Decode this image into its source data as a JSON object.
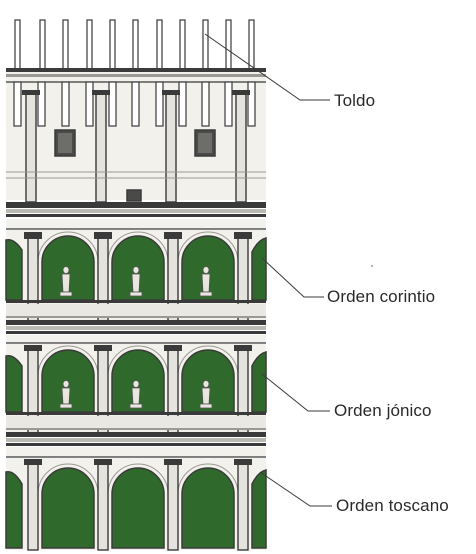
{
  "figure": {
    "labels": {
      "toldo": "Toldo",
      "corintio": "Orden corintio",
      "jonico": "Orden jónico",
      "toscano": "Orden toscano"
    },
    "colors": {
      "stone": "#f2f1ec",
      "stone_shadow": "#c9c8c2",
      "line": "#3a3a3a",
      "arch_fill": "#2f6a2c",
      "arch_fill_dark": "#1f4f1e",
      "statue": "#e8e6df"
    }
  }
}
